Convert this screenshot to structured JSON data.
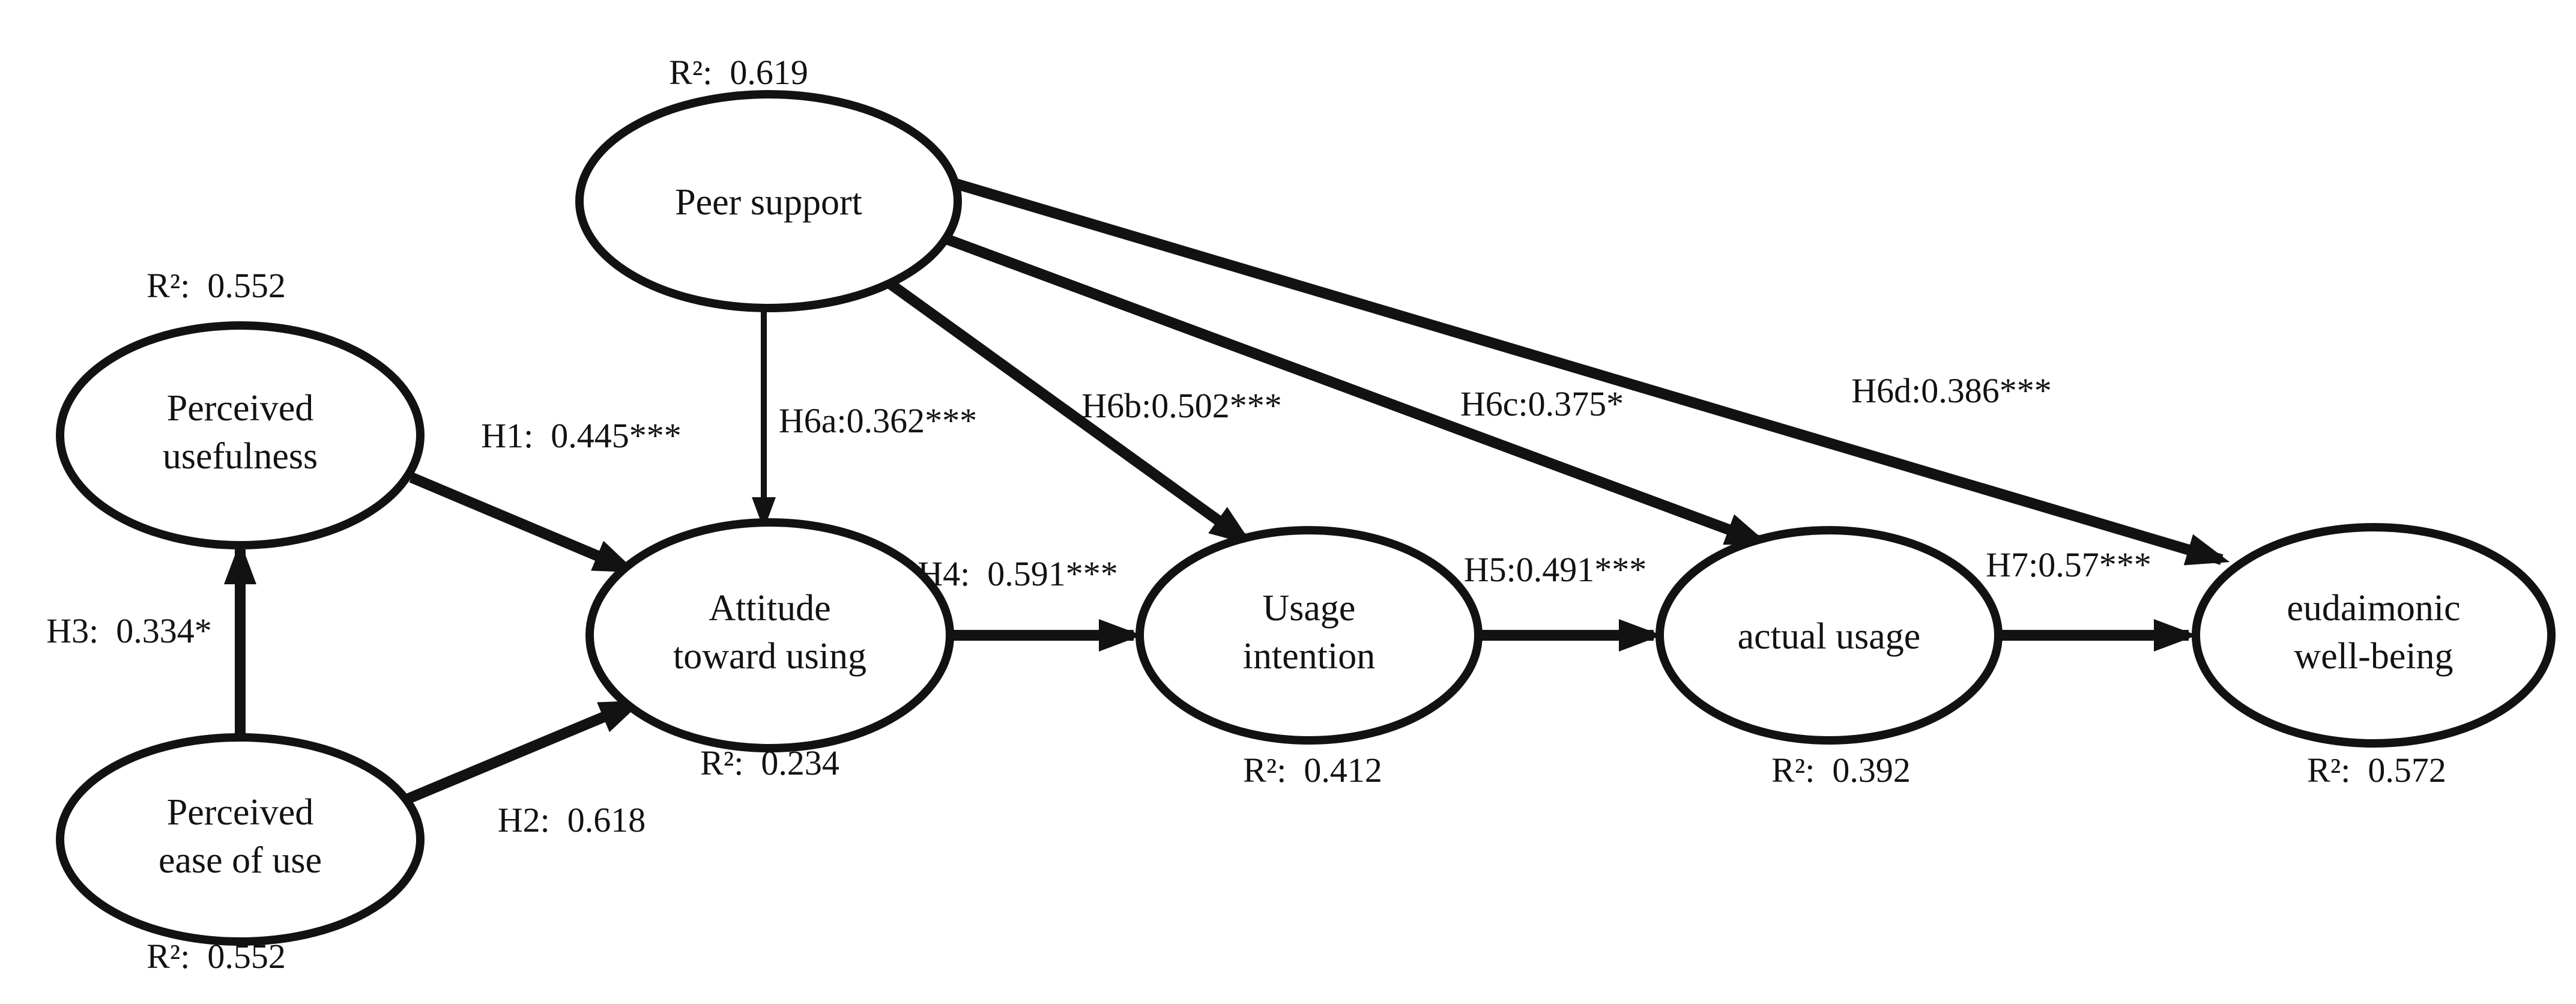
{
  "diagram": {
    "kind": "structural-equation-model-path-diagram",
    "nodes": {
      "peer_support": {
        "label": "Peer support",
        "line1": "Peer support",
        "r2": "R²:  0.619"
      },
      "perceived_usefulness": {
        "label": "Perceived usefulness",
        "line1": "Perceived",
        "line2": "usefulness",
        "r2": "R²:  0.552"
      },
      "perceived_ease_of_use": {
        "label": "Perceived ease of use",
        "line1": "Perceived",
        "line2": "ease of use",
        "r2": "R²:  0.552"
      },
      "attitude_toward_using": {
        "label": "Attitude toward using",
        "line1": "Attitude",
        "line2": "toward using",
        "r2": "R²:  0.234"
      },
      "usage_intention": {
        "label": "Usage intention",
        "line1": "Usage",
        "line2": "intention",
        "r2": "R²:  0.412"
      },
      "actual_usage": {
        "label": "actual usage",
        "line1": "actual usage",
        "r2": "R²:  0.392"
      },
      "eudaimonic_well_being": {
        "label": "eudaimonic well-being",
        "line1": "eudaimonic",
        "line2": "well-being",
        "r2": "R²:  0.572"
      }
    },
    "edges": {
      "h1": {
        "label": "H1:  0.445***",
        "from": "perceived_usefulness",
        "to": "attitude_toward_using",
        "coefficient": 0.445,
        "significance": "***"
      },
      "h2": {
        "label": "H2:  0.618",
        "from": "perceived_ease_of_use",
        "to": "attitude_toward_using",
        "coefficient": 0.618,
        "significance": ""
      },
      "h3": {
        "label": "H3:  0.334*",
        "from": "perceived_ease_of_use",
        "to": "perceived_usefulness",
        "coefficient": 0.334,
        "significance": "*"
      },
      "h4": {
        "label": "H4:  0.591***",
        "from": "attitude_toward_using",
        "to": "usage_intention",
        "coefficient": 0.591,
        "significance": "***"
      },
      "h5": {
        "label": "H5:0.491***",
        "from": "usage_intention",
        "to": "actual_usage",
        "coefficient": 0.491,
        "significance": "***"
      },
      "h6a": {
        "label": "H6a:0.362***",
        "from": "peer_support",
        "to": "attitude_toward_using",
        "coefficient": 0.362,
        "significance": "***"
      },
      "h6b": {
        "label": "H6b:0.502***",
        "from": "peer_support",
        "to": "usage_intention",
        "coefficient": 0.502,
        "significance": "***"
      },
      "h6c": {
        "label": "H6c:0.375*",
        "from": "peer_support",
        "to": "actual_usage",
        "coefficient": 0.375,
        "significance": "*"
      },
      "h6d": {
        "label": "H6d:0.386***",
        "from": "peer_support",
        "to": "eudaimonic_well_being",
        "coefficient": 0.386,
        "significance": "***"
      },
      "h7": {
        "label": "H7:0.57***",
        "from": "actual_usage",
        "to": "eudaimonic_well_being",
        "coefficient": 0.57,
        "significance": "***"
      }
    }
  }
}
